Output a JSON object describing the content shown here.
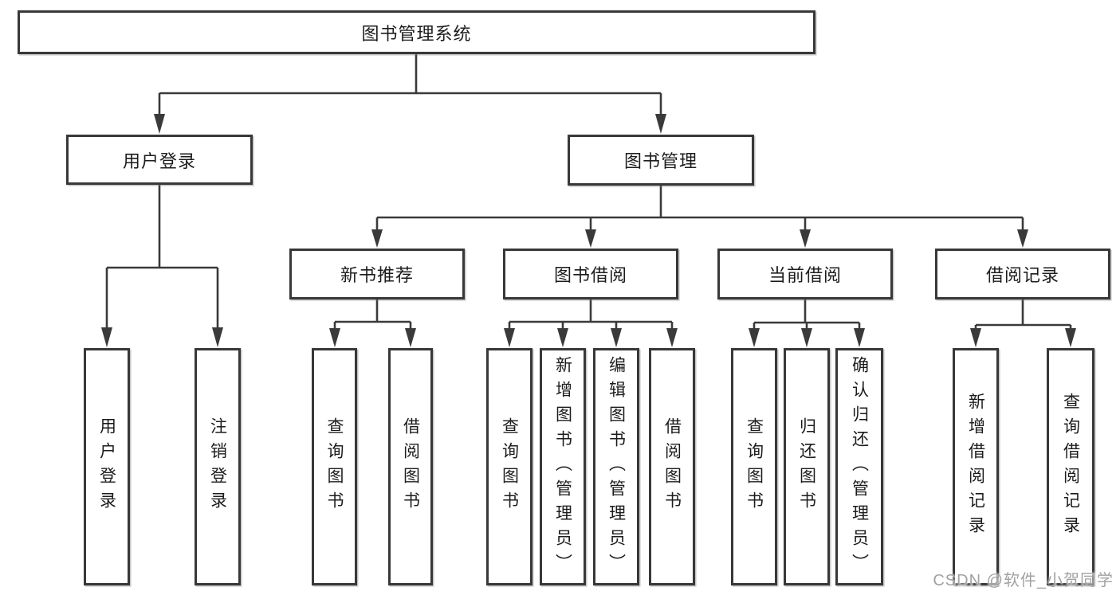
{
  "diagram": {
    "type": "hierarchy-tree",
    "colors": {
      "line": "#3a3a3a",
      "box_border": "#383838",
      "box_fill": "#ffffff",
      "text": "#1c1c1c",
      "background": "#ffffff",
      "watermark": "#a2a2a2"
    },
    "nodes": {
      "root": {
        "label": "图书管理系统"
      },
      "user_login": {
        "label": "用户登录"
      },
      "book_mgmt": {
        "label": "图书管理"
      },
      "new_book_rec": {
        "label": "新书推荐"
      },
      "book_borrow": {
        "label": "图书借阅"
      },
      "current_borrow": {
        "label": "当前借阅"
      },
      "borrow_records": {
        "label": "借阅记录"
      },
      "leaf_user_login": {
        "label": "用户登录"
      },
      "leaf_logout": {
        "label": "注销登录"
      },
      "leaf_nb_query": {
        "label": "查询图书"
      },
      "leaf_nb_borrow": {
        "label": "借阅图书"
      },
      "leaf_bb_query": {
        "label": "查询图书"
      },
      "leaf_bb_add": {
        "label": "新增图书（管理员）"
      },
      "leaf_bb_edit": {
        "label": "编辑图书（管理员）"
      },
      "leaf_bb_borrow": {
        "label": "借阅图书"
      },
      "leaf_cb_query": {
        "label": "查询图书"
      },
      "leaf_cb_return": {
        "label": "归还图书"
      },
      "leaf_cb_confirm": {
        "label": "确认归还（管理员）"
      },
      "leaf_br_add": {
        "label": "新增借阅记录"
      },
      "leaf_br_query": {
        "label": "查询借阅记录"
      }
    },
    "hierarchy": {
      "图书管理系统": [
        "用户登录",
        "图书管理"
      ],
      "用户登录": [
        "用户登录",
        "注销登录"
      ],
      "图书管理": [
        "新书推荐",
        "图书借阅",
        "当前借阅",
        "借阅记录"
      ],
      "新书推荐": [
        "查询图书",
        "借阅图书"
      ],
      "图书借阅": [
        "查询图书",
        "新增图书（管理员）",
        "编辑图书（管理员）",
        "借阅图书"
      ],
      "当前借阅": [
        "查询图书",
        "归还图书",
        "确认归还（管理员）"
      ],
      "借阅记录": [
        "新增借阅记录",
        "查询借阅记录"
      ]
    },
    "watermark": {
      "text": "CSDN @软件_小贺同学"
    }
  }
}
